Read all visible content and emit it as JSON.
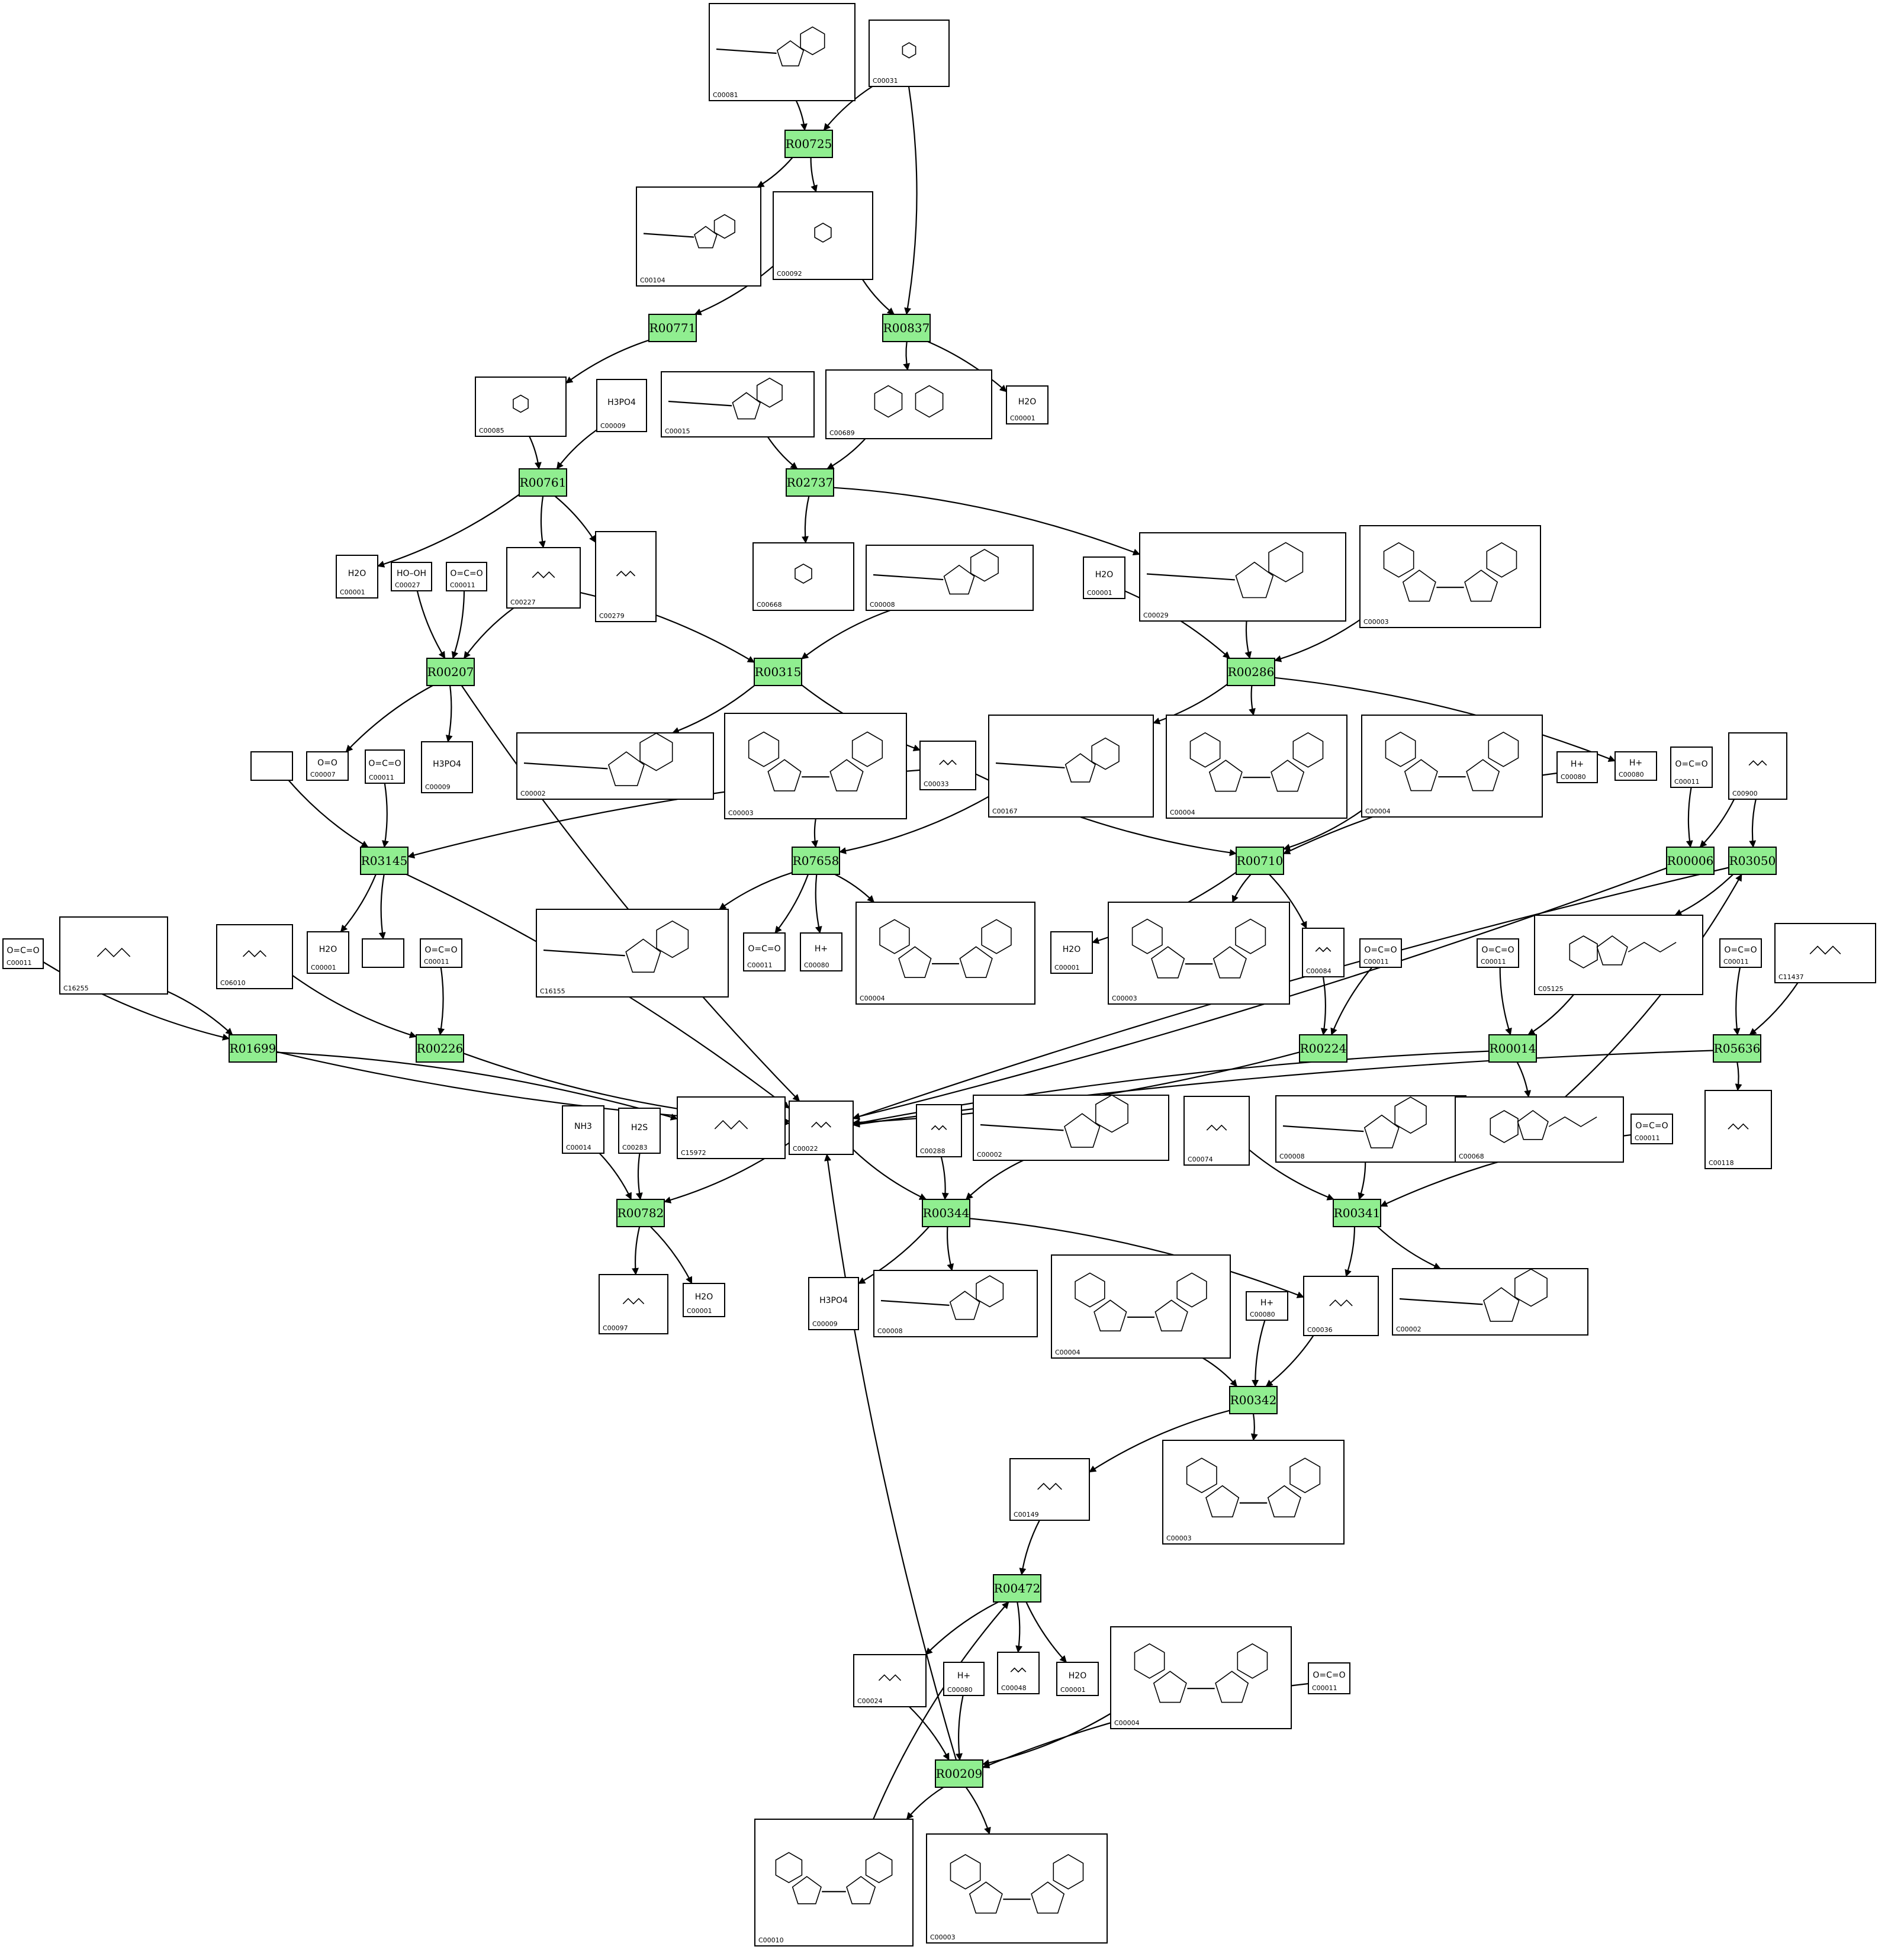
{
  "diagram": {
    "reactions": [
      {
        "id": "R00725"
      },
      {
        "id": "R00771"
      },
      {
        "id": "R00837"
      },
      {
        "id": "R00761"
      },
      {
        "id": "R02737"
      },
      {
        "id": "R00207"
      },
      {
        "id": "R00315"
      },
      {
        "id": "R00286"
      },
      {
        "id": "R03145"
      },
      {
        "id": "R07658"
      },
      {
        "id": "R00710"
      },
      {
        "id": "R00006"
      },
      {
        "id": "R03050"
      },
      {
        "id": "R01699"
      },
      {
        "id": "R00226"
      },
      {
        "id": "R00224"
      },
      {
        "id": "R00014"
      },
      {
        "id": "R05636"
      },
      {
        "id": "R00782"
      },
      {
        "id": "R00344"
      },
      {
        "id": "R00341"
      },
      {
        "id": "R00342"
      },
      {
        "id": "R00472"
      },
      {
        "id": "R00209"
      }
    ],
    "compounds": [
      {
        "key": "c1",
        "label": "C00081",
        "kind": "nucleotide"
      },
      {
        "key": "c2",
        "label": "C00031",
        "kind": "sugar"
      },
      {
        "key": "c3",
        "label": "C00104",
        "kind": "nucleotide"
      },
      {
        "key": "c4",
        "label": "C00092",
        "kind": "sugar"
      },
      {
        "key": "c5",
        "label": "C00085",
        "kind": "sugar"
      },
      {
        "key": "c6",
        "label": "C00009",
        "formula": "H3PO4"
      },
      {
        "key": "c7",
        "label": "C00015",
        "kind": "nucleotide"
      },
      {
        "key": "c8",
        "label": "C00689",
        "kind": "disaccharide"
      },
      {
        "key": "c9",
        "label": "C00001",
        "formula": "H2O"
      },
      {
        "key": "c10",
        "label": "C00001",
        "formula": "H2O"
      },
      {
        "key": "c11",
        "label": "C00027",
        "formula": "HO–OH"
      },
      {
        "key": "c12",
        "label": "C00011",
        "formula": "O=C=O"
      },
      {
        "key": "c13",
        "label": "C00227",
        "kind": "small"
      },
      {
        "key": "c14",
        "label": "C00279",
        "kind": "small"
      },
      {
        "key": "c15",
        "label": "C00668",
        "kind": "sugar"
      },
      {
        "key": "c16",
        "label": "C00008",
        "kind": "nucleotide"
      },
      {
        "key": "c17",
        "label": "C00001",
        "formula": "H2O"
      },
      {
        "key": "c18",
        "label": "C00029",
        "kind": "nucleotide"
      },
      {
        "key": "c19",
        "label": "C00003",
        "kind": "dinucleotide"
      },
      {
        "key": "c20",
        "label": "",
        "kind": "empty"
      },
      {
        "key": "c21",
        "label": "C00007",
        "formula": "O=O"
      },
      {
        "key": "c22",
        "label": "C00011",
        "formula": "O=C=O"
      },
      {
        "key": "c23",
        "label": "C00009",
        "formula": "H3PO4"
      },
      {
        "key": "c24",
        "label": "C00002",
        "kind": "nucleotide"
      },
      {
        "key": "c25",
        "label": "C00003",
        "kind": "dinucleotide"
      },
      {
        "key": "c26",
        "label": "C00033",
        "kind": "small"
      },
      {
        "key": "c27",
        "label": "C00167",
        "kind": "nucleotide"
      },
      {
        "key": "c28",
        "label": "C00004",
        "kind": "dinucleotide"
      },
      {
        "key": "c29",
        "label": "C00004",
        "kind": "dinucleotide"
      },
      {
        "key": "c30",
        "label": "C00080",
        "formula": "H+"
      },
      {
        "key": "c31",
        "label": "C00080",
        "formula": "H+"
      },
      {
        "key": "c32",
        "label": "C00011",
        "formula": "O=C=O"
      },
      {
        "key": "c33",
        "label": "C00900",
        "kind": "small"
      },
      {
        "key": "c34",
        "label": "C00011",
        "formula": "O=C=O"
      },
      {
        "key": "c35",
        "label": "C16255",
        "kind": "small"
      },
      {
        "key": "c36",
        "label": "C06010",
        "kind": "small"
      },
      {
        "key": "c37",
        "label": "C00001",
        "formula": "H2O"
      },
      {
        "key": "c38",
        "label": "",
        "kind": "empty"
      },
      {
        "key": "c39",
        "label": "C00011",
        "formula": "O=C=O"
      },
      {
        "key": "c40",
        "label": "C16155",
        "kind": "nucleotide"
      },
      {
        "key": "c41",
        "label": "C00011",
        "formula": "O=C=O"
      },
      {
        "key": "c42",
        "label": "C00080",
        "formula": "H+"
      },
      {
        "key": "c43",
        "label": "C00004",
        "kind": "dinucleotide"
      },
      {
        "key": "c44",
        "label": "C00001",
        "formula": "H2O"
      },
      {
        "key": "c45",
        "label": "C00003",
        "kind": "dinucleotide"
      },
      {
        "key": "c46",
        "label": "C00084",
        "kind": "small"
      },
      {
        "key": "c47",
        "label": "C00011",
        "formula": "O=C=O"
      },
      {
        "key": "c48",
        "label": "C00011",
        "formula": "O=C=O"
      },
      {
        "key": "c49",
        "label": "C05125",
        "kind": "thiamine"
      },
      {
        "key": "c50",
        "label": "C00011",
        "formula": "O=C=O"
      },
      {
        "key": "c51",
        "label": "C11437",
        "kind": "small"
      },
      {
        "key": "c52",
        "label": "C00014",
        "formula": "NH3"
      },
      {
        "key": "c53",
        "label": "C00283",
        "formula": "H2S"
      },
      {
        "key": "c54",
        "label": "C15972",
        "kind": "small"
      },
      {
        "key": "c55",
        "label": "C00022",
        "kind": "small"
      },
      {
        "key": "c56",
        "label": "C00288",
        "kind": "small"
      },
      {
        "key": "c57",
        "label": "C00002",
        "kind": "nucleotide"
      },
      {
        "key": "c58",
        "label": "C00074",
        "kind": "small"
      },
      {
        "key": "c59",
        "label": "C00008",
        "kind": "nucleotide"
      },
      {
        "key": "c60",
        "label": "C00068",
        "kind": "thiamine"
      },
      {
        "key": "c61",
        "label": "C00011",
        "formula": "O=C=O"
      },
      {
        "key": "c62",
        "label": "C00118",
        "kind": "small"
      },
      {
        "key": "c63",
        "label": "C00097",
        "kind": "small"
      },
      {
        "key": "c64",
        "label": "C00001",
        "formula": "H2O"
      },
      {
        "key": "c65",
        "label": "C00009",
        "formula": "H3PO4"
      },
      {
        "key": "c66",
        "label": "C00008",
        "kind": "nucleotide"
      },
      {
        "key": "c67",
        "label": "C00004",
        "kind": "dinucleotide"
      },
      {
        "key": "c68",
        "label": "C00080",
        "formula": "H+"
      },
      {
        "key": "c69",
        "label": "C00036",
        "kind": "small"
      },
      {
        "key": "c70",
        "label": "C00002",
        "kind": "nucleotide"
      },
      {
        "key": "c71",
        "label": "C00149",
        "kind": "small"
      },
      {
        "key": "c72",
        "label": "C00003",
        "kind": "dinucleotide"
      },
      {
        "key": "c73",
        "label": "C00024",
        "kind": "small"
      },
      {
        "key": "c74",
        "label": "C00080",
        "formula": "H+"
      },
      {
        "key": "c75",
        "label": "C00048",
        "kind": "small"
      },
      {
        "key": "c76",
        "label": "C00001",
        "formula": "H2O"
      },
      {
        "key": "c77",
        "label": "C00004",
        "kind": "dinucleotide"
      },
      {
        "key": "c78",
        "label": "C00011",
        "formula": "O=C=O"
      },
      {
        "key": "c79",
        "label": "C00010",
        "kind": "dinucleotide"
      },
      {
        "key": "c80",
        "label": "C00003",
        "kind": "dinucleotide"
      }
    ],
    "edges": [
      [
        "c1",
        "R00725"
      ],
      [
        "c2",
        "R00725"
      ],
      [
        "R00725",
        "c3"
      ],
      [
        "R00725",
        "c4"
      ],
      [
        "c2",
        "R00837"
      ],
      [
        "c4",
        "R00837"
      ],
      [
        "c4",
        "R00771"
      ],
      [
        "R00837",
        "c8"
      ],
      [
        "R00837",
        "c9"
      ],
      [
        "R00771",
        "c5"
      ],
      [
        "c5",
        "R00761"
      ],
      [
        "c6",
        "R00761"
      ],
      [
        "R00761",
        "c10"
      ],
      [
        "R00761",
        "c13"
      ],
      [
        "R00761",
        "c14"
      ],
      [
        "c7",
        "R02737"
      ],
      [
        "c8",
        "R02737"
      ],
      [
        "R02737",
        "c15"
      ],
      [
        "R02737",
        "c18"
      ],
      [
        "c11",
        "R00207"
      ],
      [
        "c12",
        "R00207"
      ],
      [
        "c13",
        "R00207"
      ],
      [
        "c13",
        "R00315"
      ],
      [
        "c16",
        "R00315"
      ],
      [
        "c17",
        "R00286"
      ],
      [
        "c18",
        "R00286"
      ],
      [
        "c19",
        "R00286"
      ],
      [
        "R00207",
        "c21"
      ],
      [
        "R00207",
        "c23"
      ],
      [
        "R00207",
        "c55"
      ],
      [
        "R00315",
        "c24"
      ],
      [
        "R00315",
        "c26"
      ],
      [
        "R00286",
        "c27"
      ],
      [
        "R00286",
        "c28"
      ],
      [
        "R00286",
        "c31"
      ],
      [
        "c20",
        "R03145"
      ],
      [
        "c22",
        "R03145"
      ],
      [
        "c26",
        "R03145"
      ],
      [
        "R03145",
        "c37"
      ],
      [
        "R03145",
        "c38"
      ],
      [
        "R03145",
        "c55"
      ],
      [
        "c25",
        "R07658"
      ],
      [
        "c27",
        "R07658"
      ],
      [
        "R07658",
        "c40"
      ],
      [
        "R07658",
        "c41"
      ],
      [
        "R07658",
        "c42"
      ],
      [
        "R07658",
        "c43"
      ],
      [
        "c26",
        "R00710"
      ],
      [
        "c29",
        "R00710"
      ],
      [
        "c30",
        "R00710"
      ],
      [
        "R00710",
        "c44"
      ],
      [
        "R00710",
        "c45"
      ],
      [
        "R00710",
        "c46"
      ],
      [
        "c32",
        "R00006"
      ],
      [
        "c33",
        "R00006"
      ],
      [
        "c33",
        "R03050"
      ],
      [
        "R00006",
        "c55"
      ],
      [
        "R03050",
        "c55"
      ],
      [
        "R03050",
        "c49"
      ],
      [
        "c34",
        "R01699"
      ],
      [
        "c35",
        "R01699"
      ],
      [
        "R01699",
        "c55"
      ],
      [
        "R01699",
        "c54"
      ],
      [
        "c36",
        "R00226"
      ],
      [
        "c39",
        "R00226"
      ],
      [
        "R00226",
        "c55"
      ],
      [
        "c46",
        "R00224"
      ],
      [
        "c47",
        "R00224"
      ],
      [
        "R00224",
        "c55"
      ],
      [
        "c48",
        "R00014"
      ],
      [
        "c49",
        "R00014"
      ],
      [
        "R00014",
        "c55"
      ],
      [
        "R00014",
        "c60"
      ],
      [
        "c50",
        "R05636"
      ],
      [
        "c51",
        "R05636"
      ],
      [
        "R05636",
        "c55"
      ],
      [
        "R05636",
        "c62"
      ],
      [
        "c60",
        "R03050"
      ],
      [
        "c52",
        "R00782"
      ],
      [
        "c53",
        "R00782"
      ],
      [
        "c55",
        "R00782"
      ],
      [
        "R00782",
        "c63"
      ],
      [
        "R00782",
        "c64"
      ],
      [
        "c55",
        "R00344"
      ],
      [
        "c56",
        "R00344"
      ],
      [
        "c57",
        "R00344"
      ],
      [
        "R00344",
        "c65"
      ],
      [
        "R00344",
        "c66"
      ],
      [
        "R00344",
        "c69"
      ],
      [
        "c58",
        "R00341"
      ],
      [
        "c59",
        "R00341"
      ],
      [
        "c61",
        "R00341"
      ],
      [
        "R00341",
        "c69"
      ],
      [
        "R00341",
        "c70"
      ],
      [
        "c67",
        "R00342"
      ],
      [
        "c68",
        "R00342"
      ],
      [
        "c69",
        "R00342"
      ],
      [
        "R00342",
        "c71"
      ],
      [
        "R00342",
        "c72"
      ],
      [
        "c71",
        "R00472"
      ],
      [
        "c79",
        "R00472"
      ],
      [
        "R00472",
        "c73"
      ],
      [
        "R00472",
        "c75"
      ],
      [
        "R00472",
        "c76"
      ],
      [
        "c73",
        "R00209"
      ],
      [
        "c74",
        "R00209"
      ],
      [
        "c77",
        "R00209"
      ],
      [
        "c78",
        "R00209"
      ],
      [
        "R00209",
        "c55"
      ],
      [
        "R00209",
        "c79"
      ],
      [
        "R00209",
        "c80"
      ]
    ]
  }
}
